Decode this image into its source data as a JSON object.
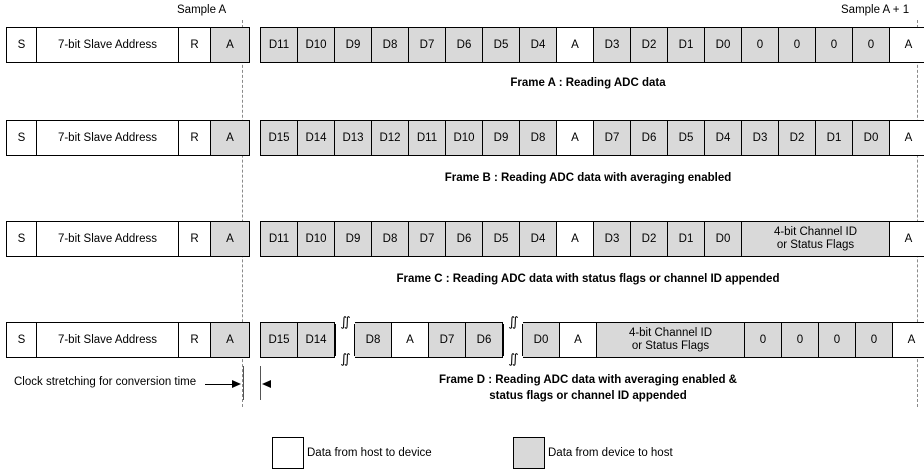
{
  "markers": {
    "sample_a": "Sample A",
    "sample_a_plus_1": "Sample A + 1"
  },
  "header_cells": {
    "start": "S",
    "address": "7-bit Slave Address",
    "read": "R",
    "ack": "A"
  },
  "labels": {
    "ack": "A",
    "zero": "0",
    "channel_id": "4-bit Channel ID\nor Status Flags"
  },
  "frames": [
    {
      "id": "frame-a",
      "caption": "Frame A : Reading ADC data",
      "host": [
        {
          "text": "S",
          "w": 30
        },
        {
          "text": "7-bit Slave Address",
          "w": 142
        },
        {
          "text": "R",
          "w": 32
        },
        {
          "text": "A",
          "w": 38,
          "fill": "dev"
        }
      ],
      "device": [
        {
          "text": "D11",
          "w": 37,
          "fill": "dev"
        },
        {
          "text": "D10",
          "w": 37,
          "fill": "dev"
        },
        {
          "text": "D9",
          "w": 37,
          "fill": "dev"
        },
        {
          "text": "D8",
          "w": 37,
          "fill": "dev"
        },
        {
          "text": "D7",
          "w": 37,
          "fill": "dev"
        },
        {
          "text": "D6",
          "w": 37,
          "fill": "dev"
        },
        {
          "text": "D5",
          "w": 37,
          "fill": "dev"
        },
        {
          "text": "D4",
          "w": 37,
          "fill": "dev"
        },
        {
          "text": "A",
          "w": 37,
          "fill": "host"
        },
        {
          "text": "D3",
          "w": 37,
          "fill": "dev"
        },
        {
          "text": "D2",
          "w": 37,
          "fill": "dev"
        },
        {
          "text": "D1",
          "w": 37,
          "fill": "dev"
        },
        {
          "text": "D0",
          "w": 37,
          "fill": "dev"
        },
        {
          "text": "0",
          "w": 37,
          "fill": "dev"
        },
        {
          "text": "0",
          "w": 37,
          "fill": "dev"
        },
        {
          "text": "0",
          "w": 37,
          "fill": "dev"
        },
        {
          "text": "0",
          "w": 37,
          "fill": "dev"
        },
        {
          "text": "A",
          "w": 37,
          "fill": "host"
        }
      ]
    },
    {
      "id": "frame-b",
      "caption": "Frame B : Reading ADC data with averaging enabled",
      "host": [
        {
          "text": "S",
          "w": 30
        },
        {
          "text": "7-bit Slave Address",
          "w": 142
        },
        {
          "text": "R",
          "w": 32
        },
        {
          "text": "A",
          "w": 38,
          "fill": "dev"
        }
      ],
      "device": [
        {
          "text": "D15",
          "w": 37,
          "fill": "dev"
        },
        {
          "text": "D14",
          "w": 37,
          "fill": "dev"
        },
        {
          "text": "D13",
          "w": 37,
          "fill": "dev"
        },
        {
          "text": "D12",
          "w": 37,
          "fill": "dev"
        },
        {
          "text": "D11",
          "w": 37,
          "fill": "dev"
        },
        {
          "text": "D10",
          "w": 37,
          "fill": "dev"
        },
        {
          "text": "D9",
          "w": 37,
          "fill": "dev"
        },
        {
          "text": "D8",
          "w": 37,
          "fill": "dev"
        },
        {
          "text": "A",
          "w": 37,
          "fill": "host"
        },
        {
          "text": "D7",
          "w": 37,
          "fill": "dev"
        },
        {
          "text": "D6",
          "w": 37,
          "fill": "dev"
        },
        {
          "text": "D5",
          "w": 37,
          "fill": "dev"
        },
        {
          "text": "D4",
          "w": 37,
          "fill": "dev"
        },
        {
          "text": "D3",
          "w": 37,
          "fill": "dev"
        },
        {
          "text": "D2",
          "w": 37,
          "fill": "dev"
        },
        {
          "text": "D1",
          "w": 37,
          "fill": "dev"
        },
        {
          "text": "D0",
          "w": 37,
          "fill": "dev"
        },
        {
          "text": "A",
          "w": 37,
          "fill": "host"
        }
      ]
    },
    {
      "id": "frame-c",
      "caption": "Frame C : Reading ADC data with status flags or channel ID appended",
      "host": [
        {
          "text": "S",
          "w": 30
        },
        {
          "text": "7-bit Slave Address",
          "w": 142
        },
        {
          "text": "R",
          "w": 32
        },
        {
          "text": "A",
          "w": 38,
          "fill": "dev"
        }
      ],
      "device": [
        {
          "text": "D11",
          "w": 37,
          "fill": "dev"
        },
        {
          "text": "D10",
          "w": 37,
          "fill": "dev"
        },
        {
          "text": "D9",
          "w": 37,
          "fill": "dev"
        },
        {
          "text": "D8",
          "w": 37,
          "fill": "dev"
        },
        {
          "text": "D7",
          "w": 37,
          "fill": "dev"
        },
        {
          "text": "D6",
          "w": 37,
          "fill": "dev"
        },
        {
          "text": "D5",
          "w": 37,
          "fill": "dev"
        },
        {
          "text": "D4",
          "w": 37,
          "fill": "dev"
        },
        {
          "text": "A",
          "w": 37,
          "fill": "host"
        },
        {
          "text": "D3",
          "w": 37,
          "fill": "dev"
        },
        {
          "text": "D2",
          "w": 37,
          "fill": "dev"
        },
        {
          "text": "D1",
          "w": 37,
          "fill": "dev"
        },
        {
          "text": "D0",
          "w": 37,
          "fill": "dev"
        },
        {
          "text": "4-bit Channel ID\nor Status Flags",
          "w": 148,
          "fill": "dev"
        },
        {
          "text": "A",
          "w": 37,
          "fill": "host"
        }
      ]
    },
    {
      "id": "frame-d",
      "caption": "Frame D : Reading ADC data with averaging enabled &\nstatus flags or channel ID appended",
      "host": [
        {
          "text": "S",
          "w": 30
        },
        {
          "text": "7-bit Slave Address",
          "w": 142
        },
        {
          "text": "R",
          "w": 32
        },
        {
          "text": "A",
          "w": 38,
          "fill": "dev"
        }
      ],
      "device": [
        {
          "text": "D15",
          "w": 37,
          "fill": "dev"
        },
        {
          "text": "D14",
          "w": 37,
          "fill": "dev"
        },
        {
          "break": true,
          "w": 20
        },
        {
          "text": "D8",
          "w": 37,
          "fill": "dev"
        },
        {
          "text": "A",
          "w": 37,
          "fill": "host"
        },
        {
          "text": "D7",
          "w": 37,
          "fill": "dev"
        },
        {
          "text": "D6",
          "w": 37,
          "fill": "dev"
        },
        {
          "break": true,
          "w": 20
        },
        {
          "text": "D0",
          "w": 37,
          "fill": "dev"
        },
        {
          "text": "A",
          "w": 37,
          "fill": "host"
        },
        {
          "text": "4-bit Channel ID\nor Status Flags",
          "w": 148,
          "fill": "dev"
        },
        {
          "text": "0",
          "w": 37,
          "fill": "dev"
        },
        {
          "text": "0",
          "w": 37,
          "fill": "dev"
        },
        {
          "text": "0",
          "w": 37,
          "fill": "dev"
        },
        {
          "text": "0",
          "w": 37,
          "fill": "dev"
        },
        {
          "text": "A",
          "w": 37,
          "fill": "host"
        }
      ]
    }
  ],
  "annotation": {
    "clock_stretching": "Clock stretching for conversion time"
  },
  "legend": [
    {
      "fill": "host",
      "label": "Data from host to device"
    },
    {
      "fill": "dev",
      "label": "Data from device to host"
    }
  ],
  "colors": {
    "device_fill": "#d9d9d9",
    "host_fill": "#ffffff",
    "stroke": "#000000",
    "dashed_guide": "#8a8a8a"
  },
  "squiggle_glyph": "∬"
}
